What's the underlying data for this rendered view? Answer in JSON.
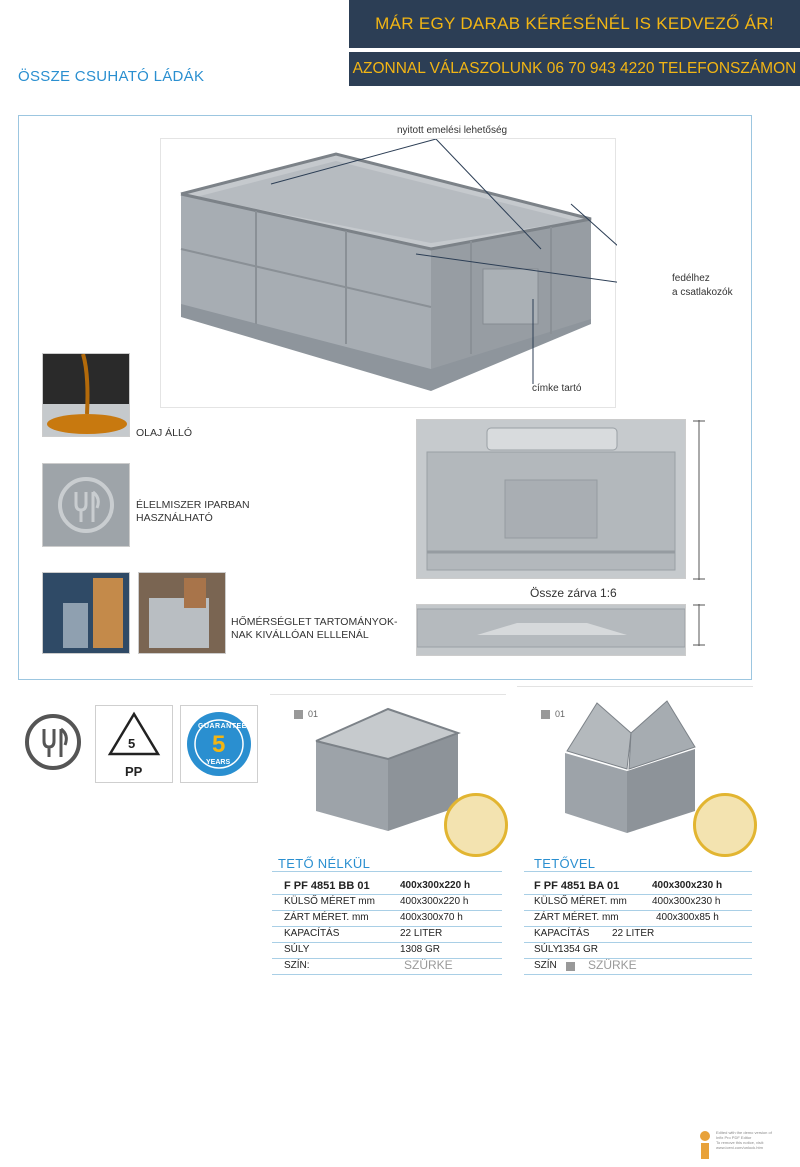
{
  "header": {
    "banner_top": "MÁR EGY DARAB KÉRÉSÉNÉL IS KEDVEZŐ ÁR!",
    "banner_bottom": "AZONNAL VÁLASZOLUNK 06 70 943 4220 TELEFONSZÁMON"
  },
  "page_title": "ÖSSZE CSUHATÓ LÁDÁK",
  "crate_callouts": {
    "lift": "nyitott emelési lehetőség",
    "lid_line1": "fedélhez",
    "lid_line2": "a csatlakozók",
    "label_holder": "címke tartó"
  },
  "features": [
    {
      "label": "OLAJ ÁLLÓ"
    },
    {
      "label_line1": "ÉLELMISZER IPARBAN",
      "label_line2": "HASZNÁLHATÓ"
    },
    {
      "label_line1": "HŐMÉRSÉGLET TARTOMÁNYOK-",
      "label_line2": "NAK KIVÁLLÓAN ELLLENÁL"
    }
  ],
  "folded_caption": "Össze zárva 1:6",
  "certs": {
    "recycle_number": "5",
    "recycle_material": "PP",
    "guarantee_word": "GUARANTEE",
    "guarantee_number": "5",
    "guarantee_years": "YEARS"
  },
  "products": [
    {
      "variant_tag": "01",
      "title": "TETŐ NÉLKÜL",
      "code": "F PF 4851 BB 01",
      "code_dim": "400x300x220 h",
      "rows": [
        {
          "label": "KÜLSŐ MÉRET mm",
          "value": "400x300x220 h"
        },
        {
          "label": "ZÁRT MÉRET.   mm",
          "value": "400x300x70 h"
        },
        {
          "label": "KAPACÍTÁS",
          "value": "22 LITER"
        },
        {
          "label": "SÚLY",
          "value": "1308  GR"
        }
      ],
      "color_label": "SZÍN:",
      "color_value": "SZÜRKE"
    },
    {
      "variant_tag": "01",
      "title": "TETŐVEL",
      "code": "F PF 4851 BA 01",
      "code_dim": "400x300x230 h",
      "rows": [
        {
          "label": "KÜLSŐ MÉRET. mm",
          "value": "400x300x230 h"
        },
        {
          "label": "ZÁRT MÉRET.    mm",
          "value": "400x300x85 h"
        },
        {
          "label": "KAPACÍTÁS",
          "value": "22 LITER"
        },
        {
          "label": "SÚLY",
          "value": "1354 GR"
        }
      ],
      "color_label": "SZÍN",
      "color_value": "SZÜRKE"
    }
  ],
  "watermark": {
    "line1": "Edited with the demo version of",
    "line2": "Infix Pro PDF Editor",
    "line3": "To remove this notice, visit:",
    "line4": "www.iceni.com/unlock.htm"
  },
  "colors": {
    "banner_bg": "#2c3e55",
    "banner_text": "#f2b514",
    "accent_blue": "#2a8fd0",
    "crate_grey": "#9aa0a6"
  }
}
